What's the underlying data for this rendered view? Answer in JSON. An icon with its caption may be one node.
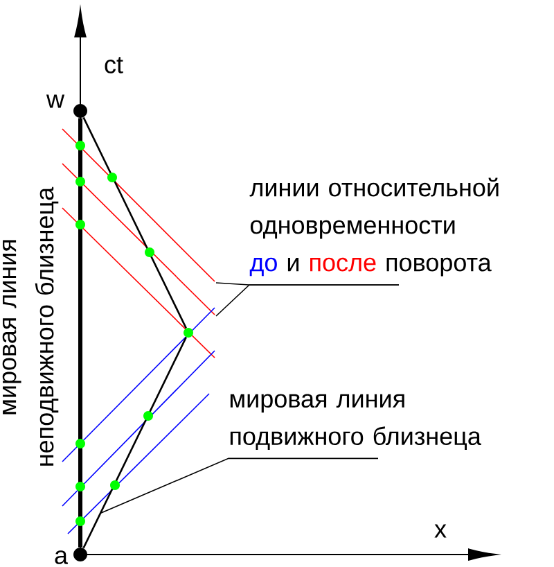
{
  "diagram": {
    "nodes": [
      {
        "text": [],
        "shape": "circle",
        "beside": [
          "a"
        ]
      },
      {
        "text": [],
        "shape": "circle",
        "beside": [
          "w"
        ]
      },
      {
        "text": [],
        "shape": "circle"
      },
      {
        "text": [
          "линии относительной одновременности",
          "до",
          "и",
          "после",
          "поворота"
        ]
      },
      {
        "text": [
          "мировая линия подвижного близнеца"
        ]
      }
    ],
    "edges": [
      {
        "from": 0,
        "to": 1,
        "arrow": "none",
        "style": "thick"
      },
      {
        "from": 0,
        "to": 2,
        "arrow": "none"
      },
      {
        "from": 2,
        "to": 1,
        "arrow": "none"
      },
      {
        "from": 3,
        "to": null,
        "arrow": "none"
      },
      {
        "from": 3,
        "to": null,
        "arrow": "none"
      },
      {
        "from": 4,
        "to": null,
        "arrow": "none"
      }
    ],
    "labels": [
      "ct",
      "x",
      "мировая линия неподвижного близнеца"
    ]
  }
}
